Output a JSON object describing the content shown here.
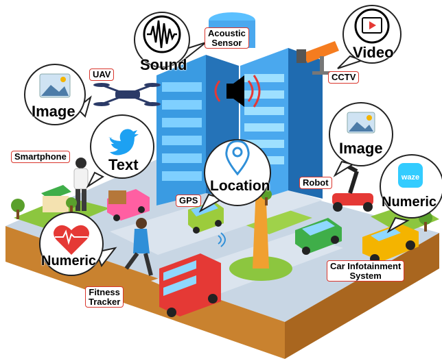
{
  "labels": {
    "acoustic_sensor": "Acoustic\nSensor",
    "uav": "UAV",
    "cctv": "CCTV",
    "smartphone": "Smartphone",
    "robot": "Robot",
    "gps": "GPS",
    "fitness_tracker": "Fitness\nTracker",
    "car_infotainment": "Car Infotainment\nSystem"
  },
  "bubbles": {
    "sound": "Sound",
    "video": "Video",
    "image_uav": "Image",
    "text": "Text",
    "image_robot": "Image",
    "location": "Location",
    "numeric_car": "Numeric",
    "numeric_fitness": "Numeric"
  },
  "icon_texts": {
    "waze": "waze"
  },
  "colors": {
    "tag_border": "#d9342b",
    "ground_top": "#c8d6e4",
    "ground_side": "#c9822f",
    "grass": "#8cc63f",
    "building_blue": "#2f8fd8",
    "bus_red": "#e53935",
    "heart_red": "#e53935",
    "twitter_blue": "#1da1f2",
    "waze_blue": "#33ccff"
  }
}
